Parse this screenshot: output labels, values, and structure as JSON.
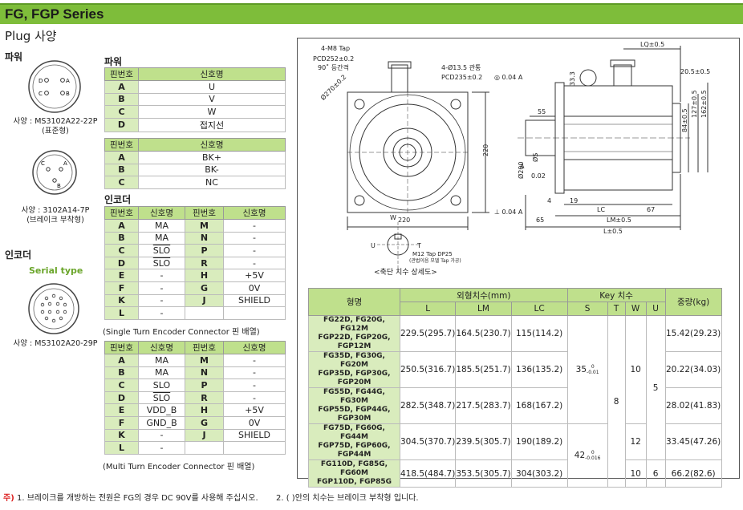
{
  "header": {
    "title": "FG, FGP Series",
    "subtitle": "Plug 사양"
  },
  "left": {
    "power_label": "파워",
    "power_connector_caption": "사양 : MS3102A22-22P\n(표준형)",
    "brake_connector_caption": "사양 : 3102A14-7P\n(브레이크 부착형)",
    "encoder_label": "인코더",
    "serial_type": "Serial type",
    "encoder_connector_caption": "사양 : MS3102A20-29P",
    "power_pins": [
      "A",
      "B",
      "C",
      "D"
    ],
    "brake_pins": [
      "A",
      "B",
      "C"
    ]
  },
  "tables": {
    "power_title": "파워",
    "pin_header": "핀번호",
    "signal_header": "신호명",
    "power_rows": [
      [
        "A",
        "U"
      ],
      [
        "B",
        "V"
      ],
      [
        "C",
        "W"
      ],
      [
        "D",
        "접지선"
      ]
    ],
    "brake_rows": [
      [
        "A",
        "BK+"
      ],
      [
        "B",
        "BK-"
      ],
      [
        "C",
        "NC"
      ]
    ],
    "encoder_title": "인코더",
    "encoder_rows": [
      [
        "A",
        "MA",
        "M",
        "-"
      ],
      [
        "B",
        "MA",
        "N",
        "-"
      ],
      [
        "C",
        "SLO",
        "P",
        "-"
      ],
      [
        "D",
        "SLO",
        "R",
        "-"
      ],
      [
        "E",
        "-",
        "H",
        "+5V"
      ],
      [
        "F",
        "-",
        "G",
        "0V"
      ],
      [
        "K",
        "-",
        "J",
        "SHIELD"
      ],
      [
        "L",
        "-",
        "",
        ""
      ]
    ],
    "single_caption": "(Single Turn Encoder Connector 핀 배열)",
    "multi_rows": [
      [
        "A",
        "MA",
        "M",
        "-"
      ],
      [
        "B",
        "MA",
        "N",
        "-"
      ],
      [
        "C",
        "SLO",
        "P",
        "-"
      ],
      [
        "D",
        "SLO",
        "R",
        "-"
      ],
      [
        "E",
        "VDD_B",
        "H",
        "+5V"
      ],
      [
        "F",
        "GND_B",
        "G",
        "0V"
      ],
      [
        "K",
        "-",
        "J",
        "SHIELD"
      ],
      [
        "L",
        "-",
        "",
        ""
      ]
    ],
    "multi_caption": "(Multi Turn Encoder Connector 핀 배열)"
  },
  "drawing": {
    "labels": {
      "m8_tap": "4-M8 Tap",
      "pcd252": "PCD252±0.2",
      "deg90": "90˚ 등간격",
      "d270": "Ø270±0.2",
      "d135": "4-Ø13.5 관통",
      "pcd235": "PCD235±0.2",
      "tol_box": "◎ 0.04 A",
      "dim220_v": "220",
      "dim220_h": "220",
      "m12": "M12 Tap DP25",
      "m12_sub": "(관법이음 모델 Tap 가공)",
      "shaft_caption": "<축단 치수 상세도>",
      "w": "W",
      "u": "U",
      "t": "T",
      "lq": "LQ±0.5",
      "d33": "33.3",
      "d20_5": "20.5±0.5",
      "d84": "84±0.5",
      "d127": "127±0.5",
      "d162": "162±0.5",
      "d55": "55",
      "d200": "Ø200",
      "ds": "ØS",
      "tol02": "0.02",
      "tol_a": "A",
      "d4": "4",
      "d19": "19",
      "tol_perp": "⊥ 0.04 A",
      "lc": "LC",
      "d67": "67",
      "d65": "65",
      "lm": "LM±0.5",
      "l": "L±0.5"
    }
  },
  "spec": {
    "h_model": "형명",
    "h_dim": "외형치수(mm)",
    "h_key": "Key 치수",
    "h_weight": "중량(kg)",
    "h_l": "L",
    "h_lm": "LM",
    "h_lc": "LC",
    "h_s": "S",
    "h_t": "T",
    "h_w": "W",
    "h_u": "U",
    "rows": [
      {
        "model": "FG22D, FG20G, FG12M\nFGP22D, FGP20G, FGP12M",
        "l": "229.5(295.7)",
        "lm": "164.5(230.7)",
        "lc": "115(114.2)",
        "weight": "15.42(29.23)"
      },
      {
        "model": "FG35D, FG30G, FG20M\nFGP35D, FGP30G, FGP20M",
        "l": "250.5(316.7)",
        "lm": "185.5(251.7)",
        "lc": "136(135.2)",
        "weight": "20.22(34.03)"
      },
      {
        "model": "FG55D, FG44G, FG30M\nFGP55D, FGP44G, FGP30M",
        "l": "282.5(348.7)",
        "lm": "217.5(283.7)",
        "lc": "168(167.2)",
        "weight": "28.02(41.83)"
      },
      {
        "model": "FG75D, FG60G, FG44M\nFGP75D, FGP60G, FGP44M",
        "l": "304.5(370.7)",
        "lm": "239.5(305.7)",
        "lc": "190(189.2)",
        "weight": "33.45(47.26)"
      },
      {
        "model": "FG110D, FG85G, FG60M\nFGP110D, FGP85G",
        "l": "418.5(484.7)",
        "lm": "353.5(305.7)",
        "lc": "304(303.2)",
        "weight": "66.2(82.6)"
      }
    ],
    "s1": "35",
    "s1_tol_up": "0",
    "s1_tol_dn": "-0.01",
    "s2": "42",
    "s2_tol_up": "0",
    "s2_tol_dn": "-0.016",
    "t": "8",
    "w1": "10",
    "w2": "12",
    "w3": "10",
    "u1": "5",
    "u2": "6"
  },
  "footer": {
    "prefix": "주)",
    "note1": "1. 브레이크를 개방하는 전원은 FG의 경우 DC 90V를 사용해 주십시오.",
    "note2": "2. (   )안의 치수는 브레이크 부착형 입니다."
  }
}
